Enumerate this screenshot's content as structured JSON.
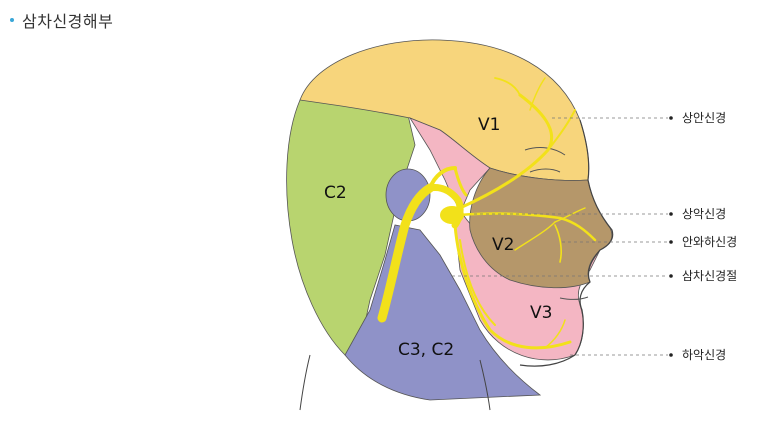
{
  "header": {
    "title": "삼차신경해부"
  },
  "diagram": {
    "zones": {
      "v1": "V1",
      "v2": "V2",
      "v3": "V3",
      "c2": "C2",
      "c3c2": "C3, C2"
    },
    "callouts": [
      {
        "label": "상안신경"
      },
      {
        "label": "상악신경"
      },
      {
        "label": "안와하신경"
      },
      {
        "label": "삼차신경절"
      },
      {
        "label": "하악신경"
      }
    ]
  },
  "colors": {
    "v1": "#f7d57c",
    "v2": "#b5976a",
    "v3": "#f4b6c3",
    "c2": "#b8d46f",
    "c3c2": "#8f92c8",
    "nerve": "#f2e11a",
    "accent": "#3aa7d8"
  }
}
